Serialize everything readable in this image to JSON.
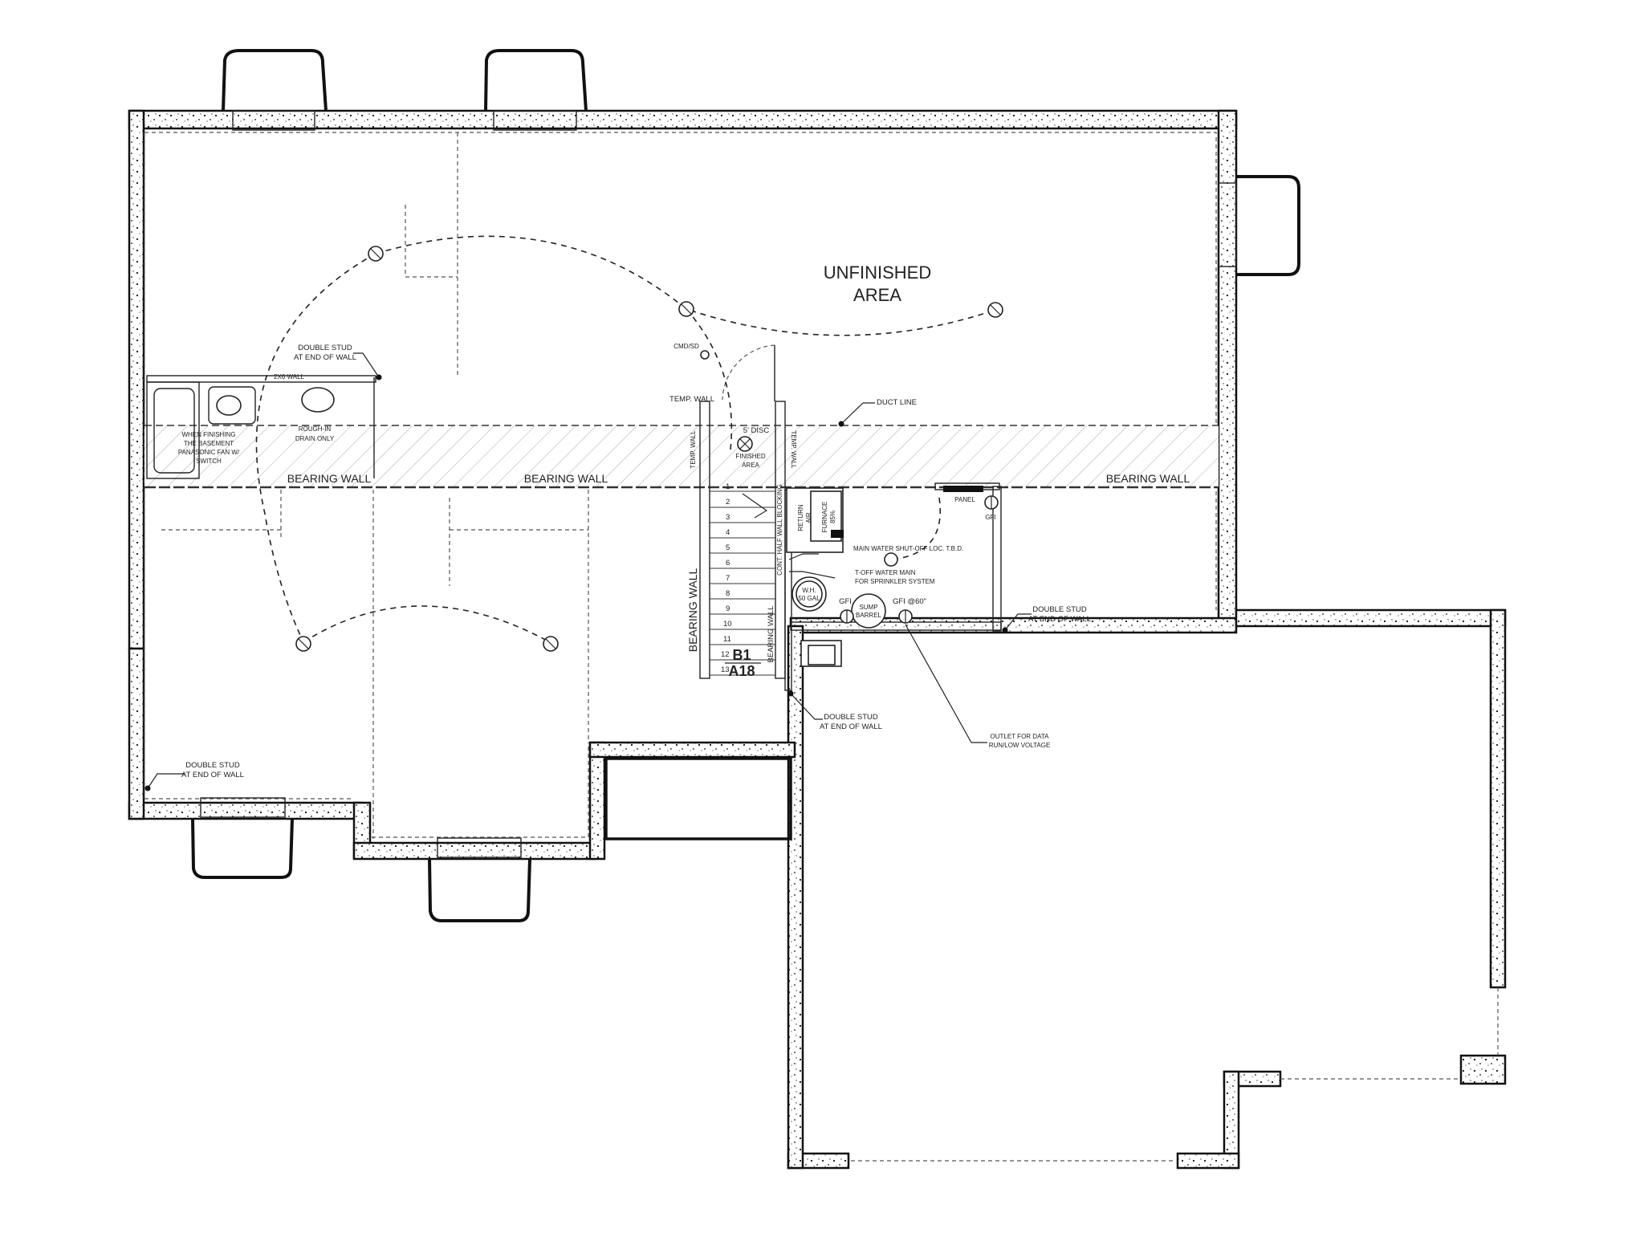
{
  "plan": {
    "area_label_line1": "UNFINISHED",
    "area_label_line2": "AREA",
    "bearing_wall_1": "BEARING WALL",
    "bearing_wall_2": "BEARING WALL",
    "bearing_wall_3": "BEARING WALL",
    "bearing_wall_stair_left": "BEARING WALL",
    "bearing_wall_stair_right": "BEARING WALL",
    "temp_wall_top": "TEMP. WALL",
    "temp_wall_left": "TEMP. WALL",
    "temp_wall_right": "TEMP. WALL",
    "duct_line": "DUCT LINE",
    "double_stud_1_l1": "DOUBLE STUD",
    "double_stud_1_l2": "AT END OF WALL",
    "double_stud_2_l1": "DOUBLE STUD",
    "double_stud_2_l2": "AT END OF WALL",
    "double_stud_3_l1": "DOUBLE STUD",
    "double_stud_3_l2": "AT END OF WALL",
    "double_stud_4_l1": "DOUBLE STUD",
    "double_stud_4_l2": "AT END OF WALL",
    "two_by_wall": "2X6 WALL",
    "fan_note_l1": "WHEN FINISHING",
    "fan_note_l2": "THE BASEMENT",
    "fan_note_l3": "PANASONIC FAN W/",
    "fan_note_l4": "SWITCH",
    "rough_in_l1": "ROUGH-IN",
    "rough_in_l2": "DRAIN ONLY",
    "cmd_sd": "CMD/SD",
    "disc": "5' DISC",
    "finished_l1": "FINISHED",
    "finished_l2": "AREA",
    "panel": "PANEL",
    "gfi_panel": "GFI",
    "main_water": "MAIN WATER SHUT-OFF LOC. T.B.D.",
    "tee_off_l1": "T-OFF WATER MAIN",
    "tee_off_l2": "FOR SPRINKLER SYSTEM",
    "water_heater_l1": "W.H.",
    "water_heater_l2": "50 GAL",
    "sump_l1": "SUMP",
    "sump_l2": "BARREL",
    "gfi_1": "GFI",
    "gfi_2": "GFI @60\"",
    "outlet_l1": "OUTLET FOR DATA",
    "outlet_l2": "RUN/LOW VOLTAGE",
    "furnace_l1": "FURNACE",
    "furnace_l2": "85%",
    "return_air_l1": "RETURN",
    "return_air_l2": "AIR",
    "cont_wall": "CONT. HALF WALL BLOCKING",
    "section_top": "B1",
    "section_bottom": "A18",
    "stair_steps": [
      "1",
      "2",
      "3",
      "4",
      "5",
      "6",
      "7",
      "8",
      "9",
      "10",
      "11",
      "12",
      "13"
    ]
  }
}
